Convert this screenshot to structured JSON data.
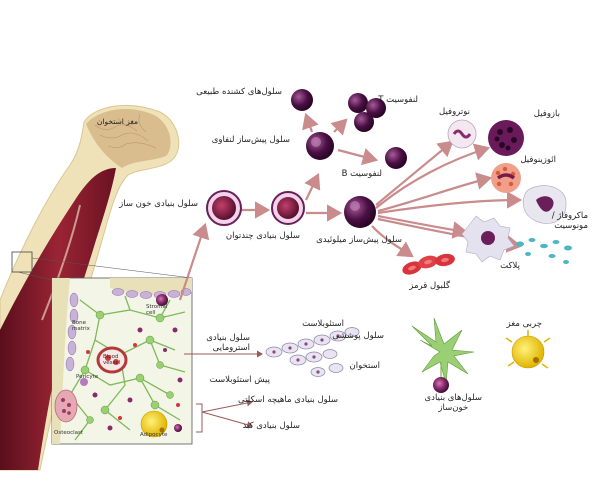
{
  "labels": {
    "marrow_head": "مغز استخوان",
    "hsc": "سلول بنیادی خون ساز",
    "multipotent": "سلول بنیادی چندتوان",
    "nk": "سلول‌های کشنده طبیعی",
    "lymphoid_progenitor": "سلول پیش‌ساز لنفاوی",
    "t_cell": "لنفوسیت T",
    "b_cell": "لنفوسیت B",
    "myeloid_progenitor": "سلول پیش‌ساز میلوئیدی",
    "neutrophil": "نوتروفیل",
    "basophil": "بازوفیل",
    "eosinophil": "ائوزینوفیل",
    "macrophage": "ماکروفاژ /\nمونوسیت",
    "platelet": "پلاکت",
    "rbc": "گلبول قرمز",
    "stromal_stem": "سلول بنیادی\nاسترومایی",
    "osteoblast": "استئوبلاست",
    "lining_cell": "سلول پوششی",
    "bone": "استخوان",
    "preosteoblast": "پیش استئوبلاست",
    "skeletal_muscle_stem": "سلول بنیادی ماهیچه اسکلتی",
    "liver_stem": "سلول بنیادی کبد",
    "hsc2": "سلول‌های بنیادی\nخون‌ساز",
    "marrow_fat": "چربی مغز",
    "inset_bone_matrix": "Bone\nmatrix",
    "inset_stromal_cell": "Stromal\ncell",
    "inset_blood_vessel": "Blood\nvessel",
    "inset_pericyte": "Pericyte",
    "inset_osteoclast": "Osteoclast",
    "inset_adipocyte": "Adipocyte"
  },
  "colors": {
    "bone_marrow_red": "#8a1c2e",
    "bone_beige": "#efe2b8",
    "stem_cell_purple": "#6a1f5a",
    "arrow": "#c98b8b",
    "rbc_red": "#d9333b",
    "adipocyte_yellow": "#f5d21a",
    "inset_green": "#9bcf74"
  }
}
